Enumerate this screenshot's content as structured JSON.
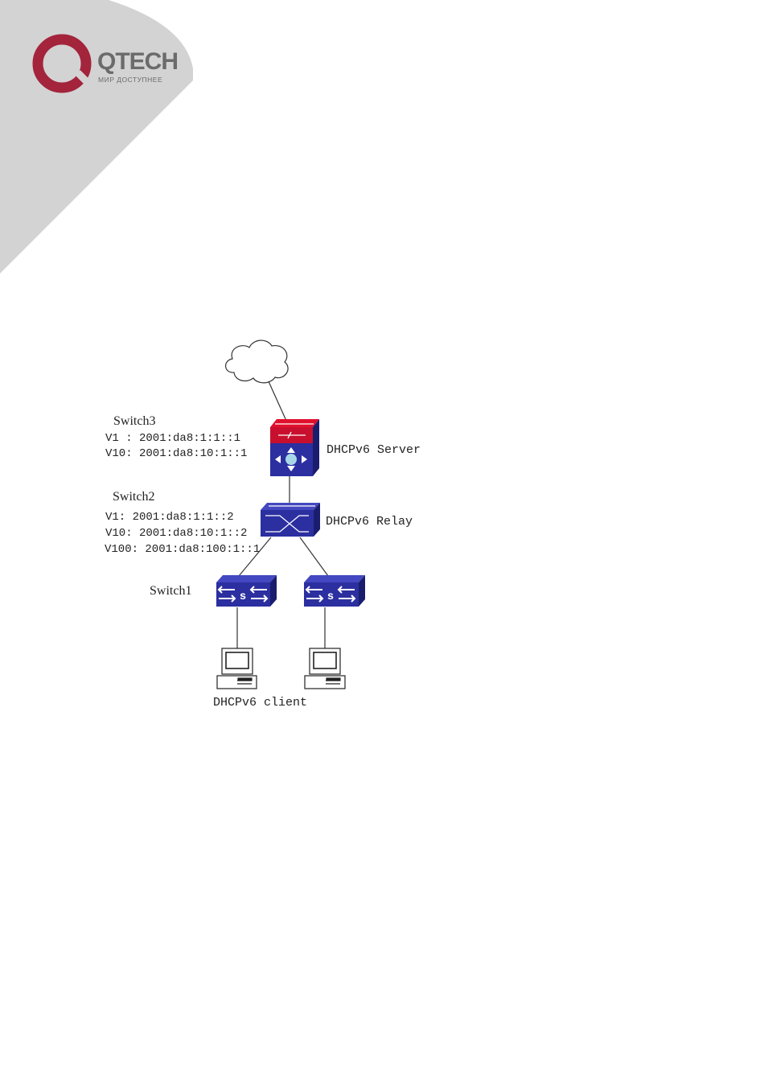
{
  "logo": {
    "brand": "QTECH",
    "tagline": "МИР ДОСТУПНЕЕ",
    "brand_color": "#a3243b",
    "text_color": "#6b6b6b",
    "corner_color": "#d3d3d4"
  },
  "diagram": {
    "cloud": {
      "icon": "cloud-icon"
    },
    "switch3": {
      "name": "Switch3",
      "role": "DHCPv6 Server",
      "v1": "V1 : 2001:da8:1:1::1",
      "v10": "V10: 2001:da8:10:1::1",
      "icon": "layer3-switch-icon"
    },
    "switch2": {
      "name": "Switch2",
      "role": "DHCPv6 Relay",
      "v1": "V1: 2001:da8:1:1::2",
      "v10": "V10: 2001:da8:10:1::2",
      "v100": "V100: 2001:da8:100:1::1",
      "icon": "relay-switch-icon"
    },
    "switch1": {
      "name": "Switch1",
      "icon": "access-switch-icon"
    },
    "client": {
      "label": "DHCPv6 client",
      "icon": "computer-icon"
    },
    "colors": {
      "switch_blue": "#2b2fa0",
      "switch_red": "#c8102e",
      "line": "#333333"
    }
  }
}
